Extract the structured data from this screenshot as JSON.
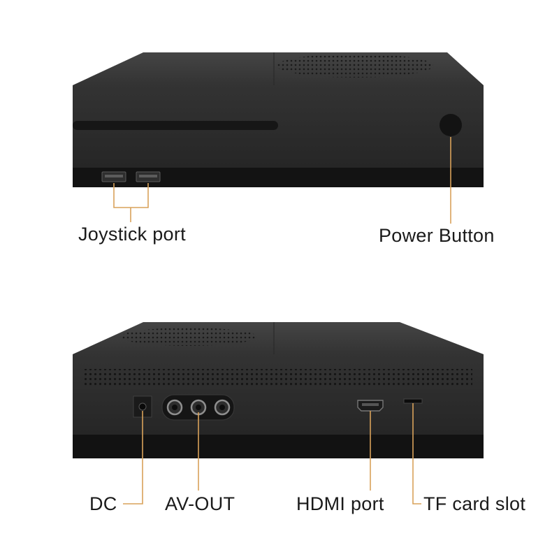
{
  "labels": {
    "joystick_port": "Joystick port",
    "power_button": "Power Button",
    "dc": "DC",
    "av_out": "AV-OUT",
    "hdmi_port": "HDMI port",
    "tf_card_slot": "TF card slot"
  },
  "colors": {
    "callout_line": "#d9a25a",
    "console_body": "#2b2b2b",
    "console_top": "#3a3a3a",
    "console_base": "#111111",
    "background": "#ffffff"
  }
}
